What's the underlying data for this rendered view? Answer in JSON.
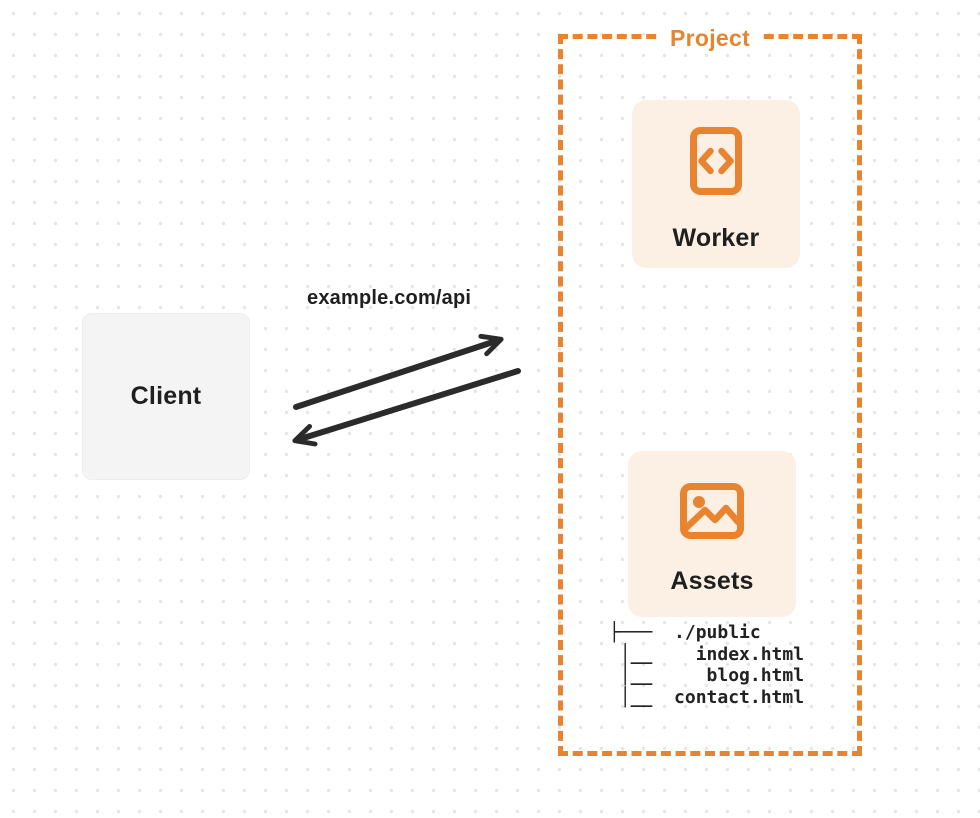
{
  "colors": {
    "accent-orange": "#E8842F",
    "card-peach": "#FBF0E3",
    "client-gray": "#F4F4F5",
    "ink": "#1F1F1F",
    "arrow-ink": "#2B2B2B",
    "grid-dot": "#E6E6E6",
    "canvas-bg": "#FFFFFF"
  },
  "client": {
    "label": "Client"
  },
  "request": {
    "label": "example.com/api"
  },
  "project": {
    "label": "Project",
    "worker": {
      "label": "Worker",
      "icon": "code-file-icon"
    },
    "assets": {
      "label": "Assets",
      "icon": "image-icon"
    },
    "file_tree": {
      "text": "├───  ./public\n │__    index.html\n │__     blog.html\n │__  contact.html",
      "root": "./public",
      "files": [
        "index.html",
        "blog.html",
        "contact.html"
      ]
    }
  }
}
